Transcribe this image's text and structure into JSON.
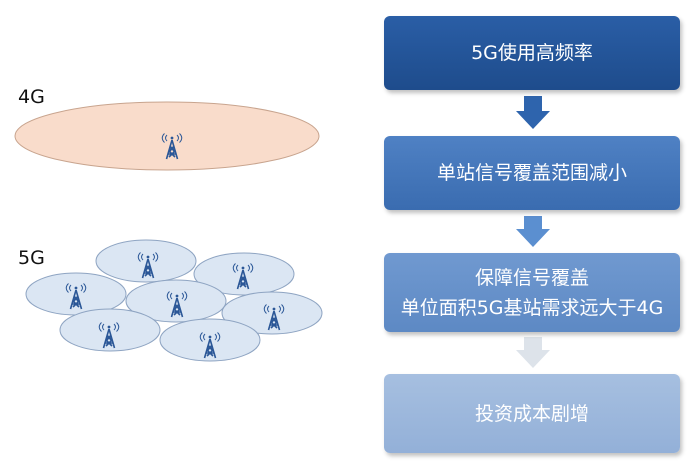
{
  "left": {
    "label_4g": "4G",
    "label_5g": "5G"
  },
  "flow": {
    "steps": [
      {
        "lines": [
          "5G使用高频率"
        ]
      },
      {
        "lines": [
          "单站信号覆盖范围减小"
        ]
      },
      {
        "lines": [
          "保障信号覆盖",
          "单位面积5G基站需求远大于4G"
        ]
      },
      {
        "lines": [
          "投资成本剧增"
        ]
      }
    ]
  },
  "colors": {
    "ellipse_4g_fill": "#f9dccb",
    "ellipse_5g_fill": "#dbe6f3",
    "tower": "#2b5797",
    "arrow_1": "#2e64ad",
    "arrow_2": "#5b8fd0",
    "arrow_3": "#dde3ea"
  }
}
